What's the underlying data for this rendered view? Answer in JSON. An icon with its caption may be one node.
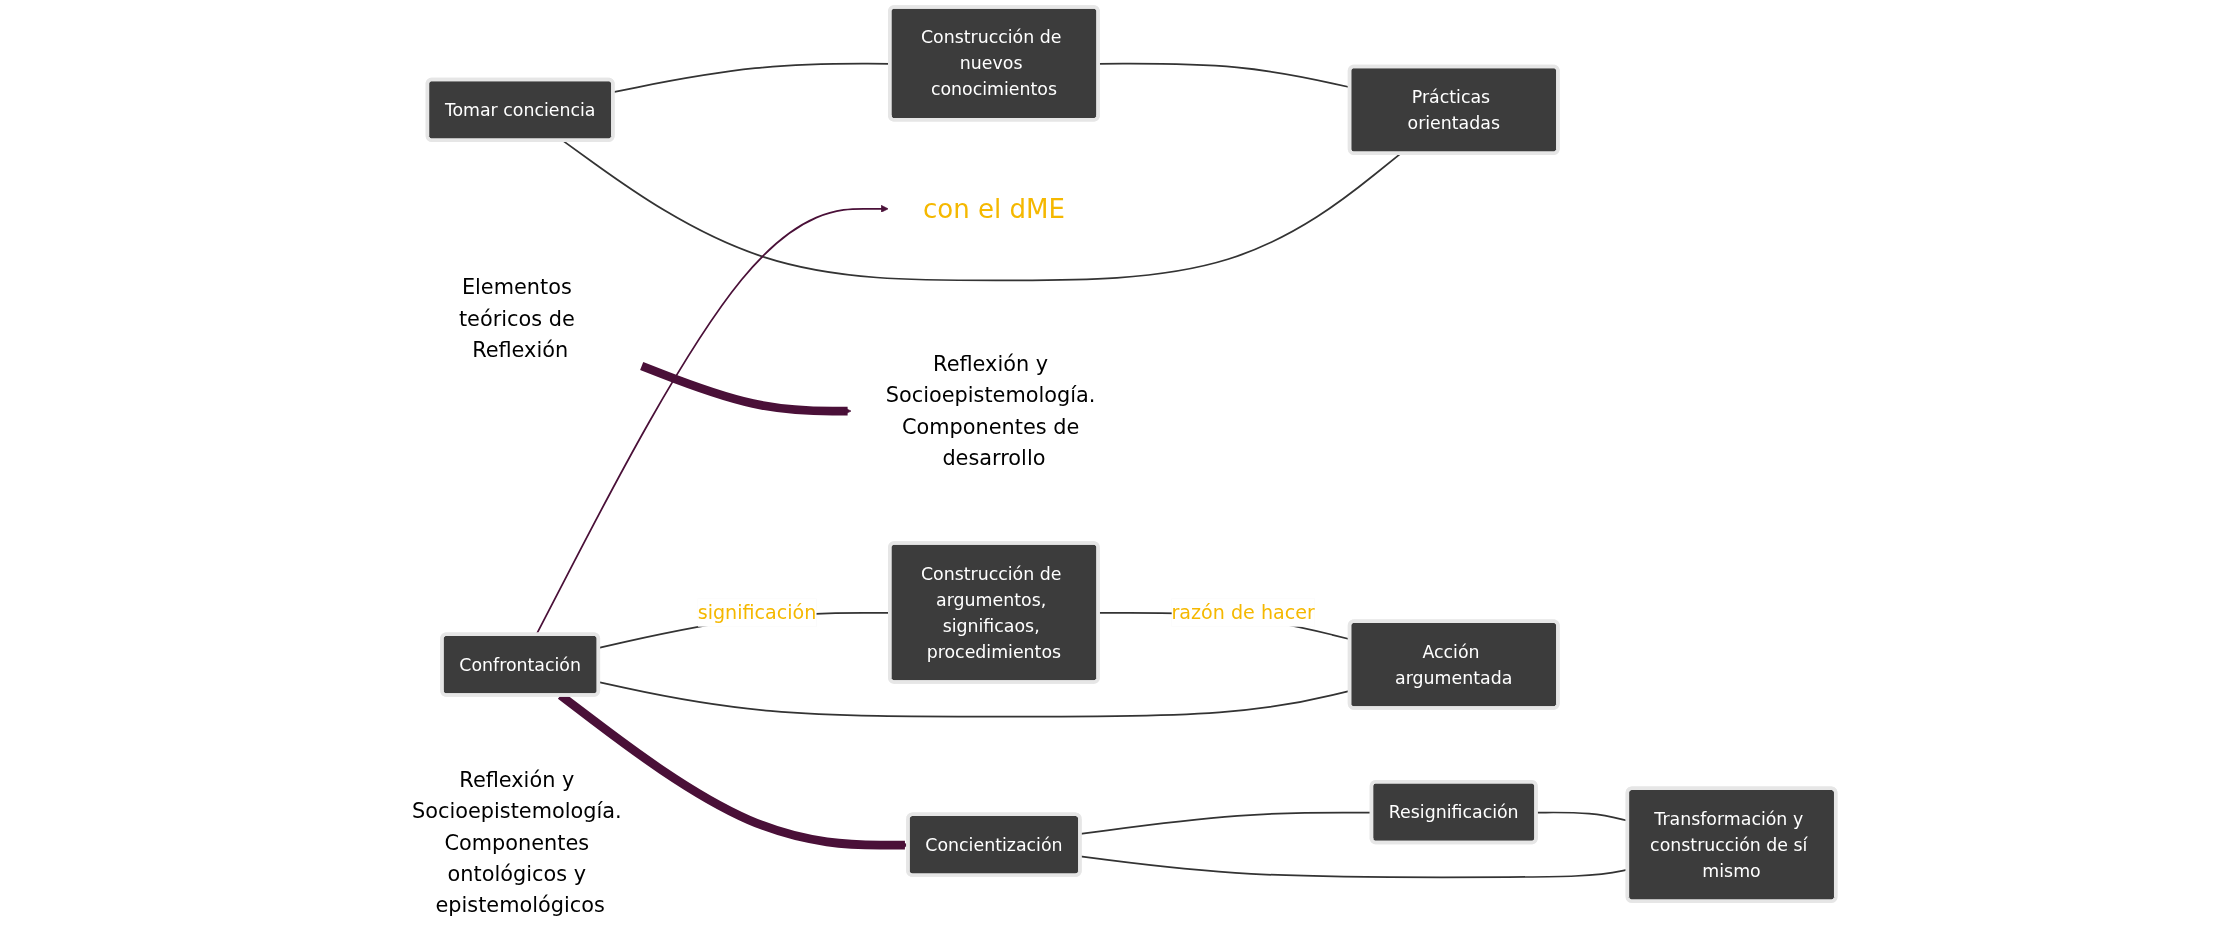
{
  "diagram": {
    "nodes": [
      {
        "text": [
          "Tomar conciencia"
        ]
      },
      {
        "text": [
          "Prácticas orientadas"
        ]
      },
      {
        "text": [
          "Construcción de nuevos conocimientos"
        ]
      },
      {
        "text": [
          "Elementos teóricos de Reflexión"
        ]
      },
      {
        "text": [
          "con el dME"
        ]
      },
      {
        "text": [
          "Confrontación"
        ]
      },
      {
        "text": [
          "Acción argumentada"
        ]
      },
      {
        "text": [
          "Construcción de argumentos, significaos, procedimientos"
        ]
      },
      {
        "text": [
          "Reflexión y Socioepistemología. Componentes de desarrollo"
        ]
      },
      {
        "text": [
          "Concientización"
        ]
      },
      {
        "text": [
          "Transformación y construcción de sí mismo"
        ]
      },
      {
        "text": [
          "Resignificación"
        ]
      },
      {
        "text": [
          "Reflexión y Socioepistemología. Componentes ontológicos y epistemológicos"
        ]
      }
    ],
    "edges": [
      {
        "from": 0,
        "to": 2,
        "arrow": "none"
      },
      {
        "from": 2,
        "to": 1,
        "arrow": "none"
      },
      {
        "from": 1,
        "to": 0,
        "arrow": "none"
      },
      {
        "from": 5,
        "to": 7,
        "arrow": "none",
        "label": "significación"
      },
      {
        "from": 7,
        "to": 6,
        "arrow": "none",
        "label": "razón de hacer"
      },
      {
        "from": 6,
        "to": 5,
        "arrow": "none"
      },
      {
        "from": 5,
        "to": 4,
        "arrow": "to",
        "color": "#4a1038"
      },
      {
        "from": 9,
        "to": 11,
        "arrow": "none"
      },
      {
        "from": 11,
        "to": 10,
        "arrow": "none"
      },
      {
        "from": 10,
        "to": 9,
        "arrow": "none"
      },
      {
        "from": 5,
        "to": 9,
        "arrow": "to",
        "style": "thick",
        "color": "#4a1038"
      },
      {
        "from": 3,
        "to": 8,
        "arrow": "to",
        "style": "thick",
        "color": "#4a1038"
      }
    ]
  }
}
